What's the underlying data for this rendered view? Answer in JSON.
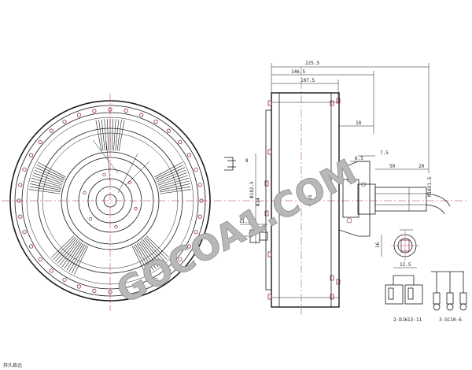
{
  "watermark": {
    "text": "GOCOA1.COM",
    "color": "#b8b8b8",
    "outline": "#8c8c8c"
  },
  "colors": {
    "line": "#1a1a1a",
    "centerline": "#b03030",
    "bolt": "#8a2a5a"
  },
  "side_view": {
    "dimensions": {
      "overall_width": "225.5",
      "width_2": "146.5",
      "width_3": "107.5",
      "right_1": "18",
      "right_2": "7.5",
      "right_3": "6.5",
      "shaft_len": "50",
      "shaft_end": "20",
      "shaft_dia": "M16X1.5",
      "left_small": "8",
      "bottom_left": "11.5",
      "center_dia": "Φ365",
      "hub_dia": "Φ182.5",
      "shaft_small": "Φ24",
      "section_w": "12.5",
      "section_h": "16"
    }
  },
  "connectors": {
    "left_caption": "2-DJ613-11",
    "right_caption": "3-SC10-6"
  },
  "footer": {
    "text": "持久致远"
  }
}
